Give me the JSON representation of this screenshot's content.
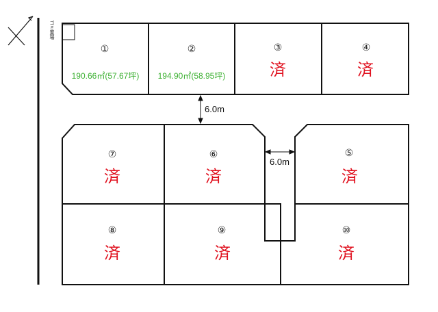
{
  "colors": {
    "sold": "#e0101e",
    "area": "#3cb032",
    "line": "#111111"
  },
  "sold_mark": "済",
  "road_width_label": "6.0m",
  "corner_label": "ゴミ置場",
  "lots": {
    "lot1": {
      "number": "①",
      "area": "190.66㎡(57.67坪)"
    },
    "lot2": {
      "number": "②",
      "area": "194.90㎡(58.95坪)"
    },
    "lot3": {
      "number": "③"
    },
    "lot4": {
      "number": "④"
    },
    "lot5": {
      "number": "⑤"
    },
    "lot6": {
      "number": "⑥"
    },
    "lot7": {
      "number": "⑦"
    },
    "lot8": {
      "number": "⑧"
    },
    "lot9": {
      "number": "⑨"
    },
    "lot10": {
      "number": "⑩"
    }
  }
}
